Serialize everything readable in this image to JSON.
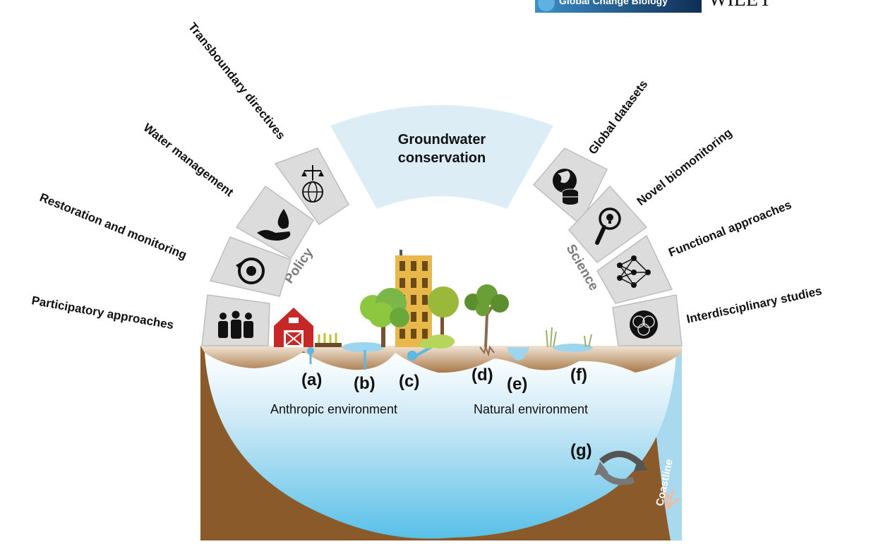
{
  "header": {
    "journal_name": "Global Change Biology",
    "publisher": "WILEY"
  },
  "center": {
    "title_line1": "Groundwater",
    "title_line2": "conservation"
  },
  "arcs": {
    "policy_label": "Policy",
    "science_label": "Science"
  },
  "policy_items": [
    {
      "label": "Transboundary directives",
      "icon": "scales-globe-icon"
    },
    {
      "label": "Water management",
      "icon": "water-hand-icon"
    },
    {
      "label": "Restoration and monitoring",
      "icon": "cycle-arrow-icon"
    },
    {
      "label": "Participatory approaches",
      "icon": "people-group-icon"
    }
  ],
  "science_items": [
    {
      "label": "Global datasets",
      "icon": "globe-database-icon"
    },
    {
      "label": "Novel biomonitoring",
      "icon": "magnifier-bulb-icon"
    },
    {
      "label": "Functional approaches",
      "icon": "network-icon"
    },
    {
      "label": "Interdisciplinary studies",
      "icon": "venn-icon"
    }
  ],
  "environments": {
    "anthropic": "Anthropic environment",
    "natural": "Natural environment"
  },
  "letters": {
    "a": "(a)",
    "b": "(b)",
    "c": "(c)",
    "d": "(d)",
    "e": "(e)",
    "f": "(f)",
    "g": "(g)"
  },
  "coastline_label": "Coastline",
  "colors": {
    "soil": "#8b5a2b",
    "water_top": "#e8f5fb",
    "water_bottom": "#58c0e8",
    "tile": "#dcdcdc",
    "tile_stroke": "#bdbdbd",
    "center_panel": "#dcedf6"
  }
}
